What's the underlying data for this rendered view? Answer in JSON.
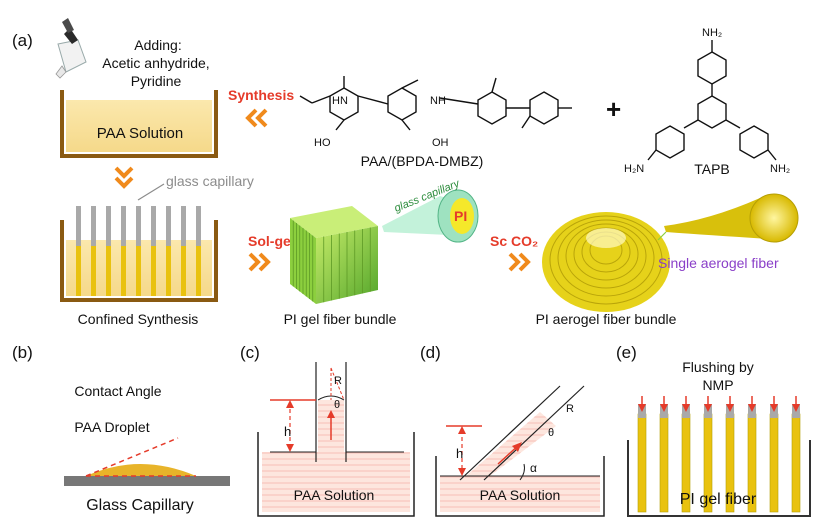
{
  "panels": {
    "a": "(a)",
    "b": "(b)",
    "c": "(c)",
    "d": "(d)",
    "e": "(e)"
  },
  "top": {
    "adding_line1": "Adding:",
    "adding_line2": "Acetic anhydride,",
    "adding_line3": "Pyridine",
    "paa_solution": "PAA Solution",
    "synthesis": "Synthesis",
    "paa_formula": "PAA/(BPDA-DMBZ)",
    "plus": "+",
    "tapb": "TAPB",
    "nh2": "NH₂",
    "h2n": "H₂N",
    "hn": "HN",
    "hoc_ho": "HO",
    "hoc_oh": "OH",
    "nh": "NH",
    "glass_capillary": "glass capillary",
    "sol_gel": "Sol-gel",
    "glass_capillary_label": "glass capillary",
    "pi": "PI",
    "sc_co2": "Sc CO₂",
    "single_fiber": "Single aerogel fiber",
    "confined": "Confined Synthesis",
    "gel_bundle": "PI gel fiber bundle",
    "aerogel_bundle": "PI aerogel fiber bundle"
  },
  "b": {
    "contact_angle": "Contact Angle",
    "droplet": "PAA Droplet",
    "capillary": "Glass Capillary"
  },
  "c": {
    "h": "h",
    "r": "R",
    "theta": "θ",
    "solution": "PAA Solution"
  },
  "d": {
    "h": "h",
    "r": "R",
    "theta": "θ",
    "alpha": "α",
    "solution": "PAA Solution"
  },
  "e": {
    "flushing_line1": "Flushing by",
    "flushing_line2": "NMP",
    "gel_fiber": "PI gel fiber"
  },
  "colors": {
    "red": "#e53b2a",
    "orange": "#f08a1c",
    "yellow": "#f4d33c",
    "green": "#7ac93e",
    "wall": "#8a5a12",
    "gray_cap": "#a9a9a9",
    "purple": "#8a3fc8",
    "solution": "#f6dfa4",
    "pink_fill": "#fde3dc"
  }
}
